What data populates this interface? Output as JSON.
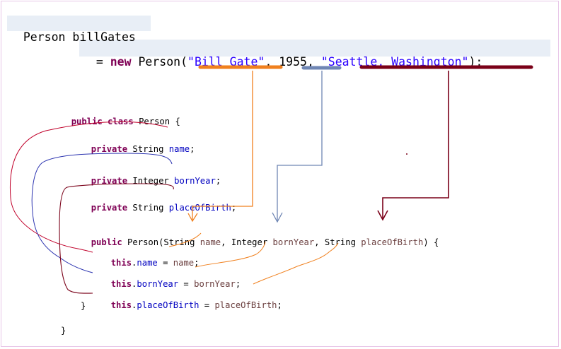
{
  "declaration": {
    "type": "Person",
    "variable": "billGates",
    "assign": "=",
    "new_kw": "new",
    "ctor": "Person(",
    "arg_name": "\"Bill Gate\"",
    "comma1": ", ",
    "arg_year": "1955",
    "comma2": ", ",
    "arg_place": "\"Seattle, Washington\"",
    "close": ");"
  },
  "class_code": {
    "line1": {
      "kw": "public class",
      "rest": " Person {"
    },
    "field1": {
      "kw": "private",
      "type": " String ",
      "name": "name",
      "end": ";"
    },
    "field2": {
      "kw": "private",
      "type": " Integer ",
      "name": "bornYear",
      "end": ";"
    },
    "field3": {
      "kw": "private",
      "type": " String ",
      "name": "placeOfBirth",
      "end": ";"
    },
    "ctor": {
      "kw": "public",
      "p1": " Person(String ",
      "a1": "name",
      "p2": ", Integer ",
      "a2": "bornYear",
      "p3": ", String ",
      "a3": "placeOfBirth",
      "p4": ") {"
    },
    "assign1": {
      "this": "this",
      "dot": ".",
      "field": "name",
      "eq": " = ",
      "val": "name",
      "end": ";"
    },
    "assign2": {
      "this": "this",
      "dot": ".",
      "field": "bornYear",
      "eq": " = ",
      "val": "bornYear",
      "end": ";"
    },
    "assign3": {
      "this": "this",
      "dot": ".",
      "field": "placeOfBirth",
      "eq": " = ",
      "val": "placeOfBirth",
      "end": ";"
    },
    "close_ctor": "}",
    "close_class": "}"
  },
  "colors": {
    "orange": "#f0801e",
    "blue": "#6f86b4",
    "darkred": "#7a0018",
    "red_curve": "#c0002a",
    "blue_curve": "#2c34b0"
  }
}
